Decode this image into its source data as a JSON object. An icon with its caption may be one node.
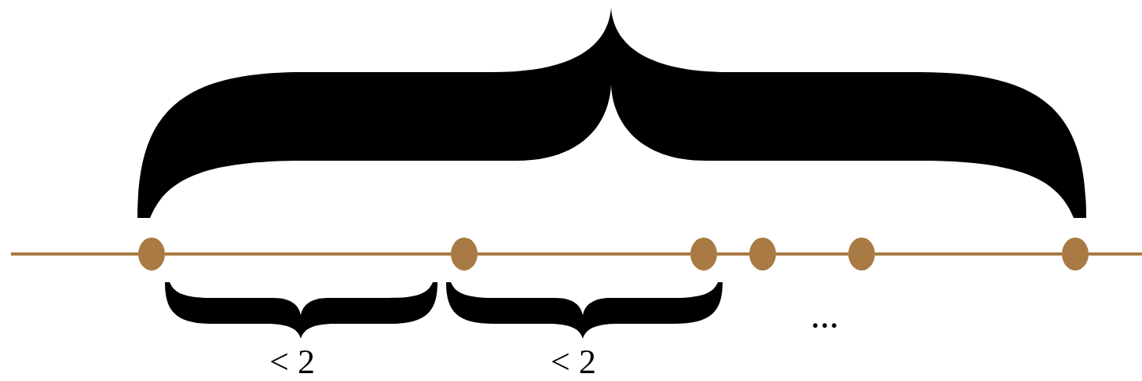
{
  "diagram": {
    "nodes": [
      {
        "text": [],
        "shape": "circle"
      },
      {
        "text": [],
        "shape": "circle"
      },
      {
        "text": [],
        "shape": "circle"
      },
      {
        "text": [],
        "shape": "circle"
      },
      {
        "text": [],
        "shape": "circle"
      },
      {
        "text": [],
        "shape": "circle"
      }
    ],
    "edges": [
      {
        "from": null,
        "to": 0,
        "arrow": "none"
      },
      {
        "from": 0,
        "to": 1,
        "arrow": "none"
      },
      {
        "from": 1,
        "to": 2,
        "arrow": "none"
      },
      {
        "from": 2,
        "to": 3,
        "arrow": "none"
      },
      {
        "from": 3,
        "to": 4,
        "arrow": "none"
      },
      {
        "from": 4,
        "to": 5,
        "arrow": "none"
      },
      {
        "from": 5,
        "to": null,
        "arrow": "none"
      }
    ],
    "labels": [
      "< 2",
      "< 2",
      "..."
    ]
  }
}
